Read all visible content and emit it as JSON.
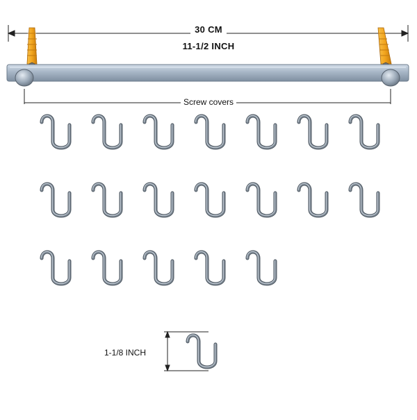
{
  "dimensions": {
    "width_metric": "30 CM",
    "width_imperial": "11-1/2 INCH",
    "screw_covers_label": "Screw covers",
    "hook_height": "1-1/8 INCH"
  },
  "product": {
    "hook_rows": [
      7,
      7,
      5
    ],
    "hook_color": "#7d8893",
    "rail_color": "#aab8c8",
    "anchor_color": "#f2a51e"
  }
}
